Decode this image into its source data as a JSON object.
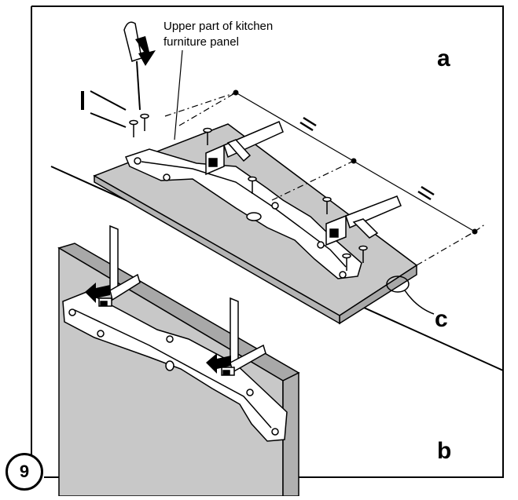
{
  "diagram": {
    "caption_line1": "Upper part of kitchen",
    "caption_line2": "furniture panel",
    "label_a": "a",
    "label_b": "b",
    "label_c": "c",
    "step_number": "9",
    "colors": {
      "panel": "#c8c8c8",
      "panel_edge": "#a8a8a8",
      "metal": "#ffffff",
      "line": "#000000"
    },
    "icons": [
      "screwdriver-icon",
      "screw-icon",
      "arrow-icon",
      "equal-sign-icon",
      "pointer-line-icon"
    ]
  }
}
